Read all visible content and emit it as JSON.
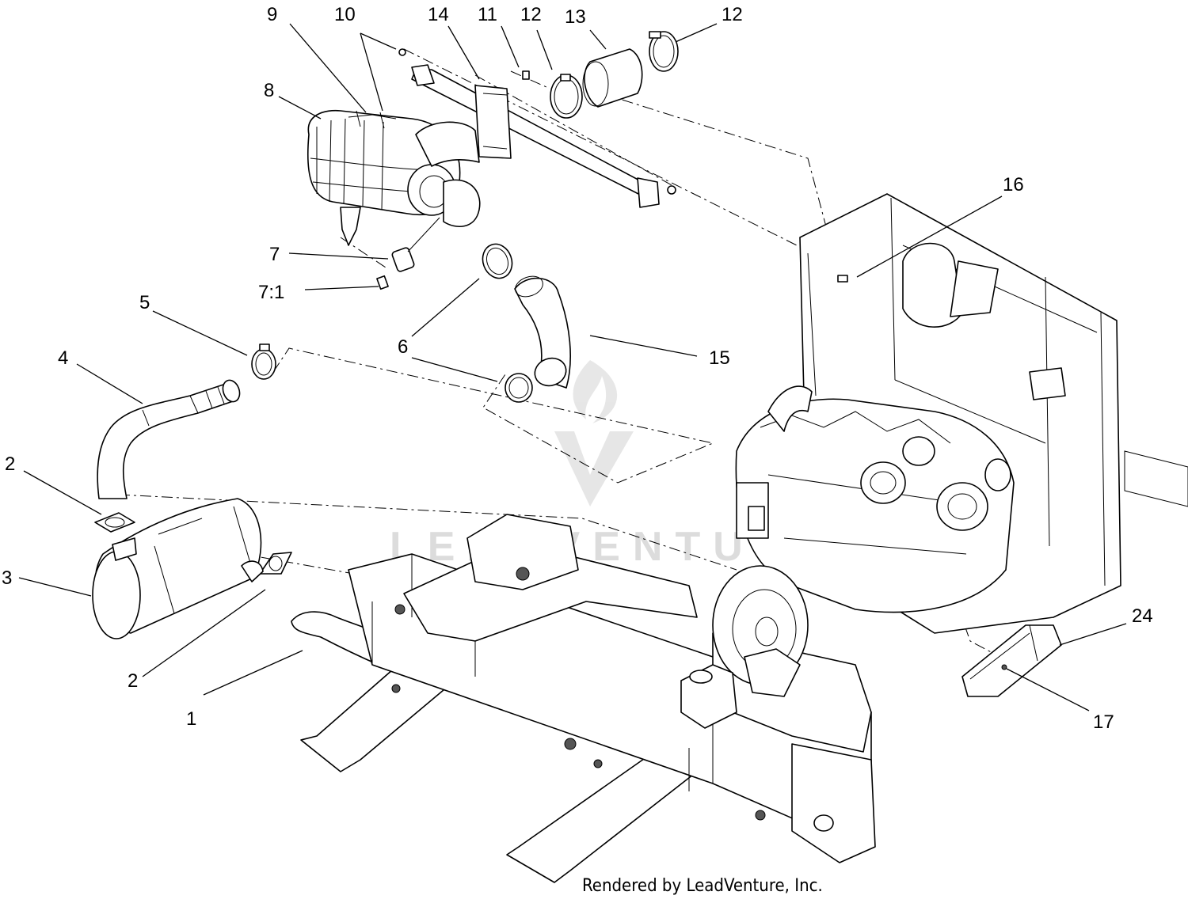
{
  "diagram": {
    "callouts": [
      {
        "id": "c9",
        "text": "9"
      },
      {
        "id": "c10",
        "text": "10"
      },
      {
        "id": "c14",
        "text": "14"
      },
      {
        "id": "c11",
        "text": "11"
      },
      {
        "id": "c12a",
        "text": "12"
      },
      {
        "id": "c13",
        "text": "13"
      },
      {
        "id": "c12b",
        "text": "12"
      },
      {
        "id": "c8",
        "text": "8"
      },
      {
        "id": "c16",
        "text": "16"
      },
      {
        "id": "c7",
        "text": "7"
      },
      {
        "id": "c71",
        "text": "7:1"
      },
      {
        "id": "c5",
        "text": "5"
      },
      {
        "id": "c4",
        "text": "4"
      },
      {
        "id": "c6",
        "text": "6"
      },
      {
        "id": "c15",
        "text": "15"
      },
      {
        "id": "c2a",
        "text": "2"
      },
      {
        "id": "c3",
        "text": "3"
      },
      {
        "id": "c2b",
        "text": "2"
      },
      {
        "id": "c1",
        "text": "1"
      },
      {
        "id": "c24",
        "text": "24"
      },
      {
        "id": "c17",
        "text": "17"
      }
    ],
    "watermark": "LEADVENTURE",
    "credit": "Rendered by LeadVenture, Inc."
  }
}
